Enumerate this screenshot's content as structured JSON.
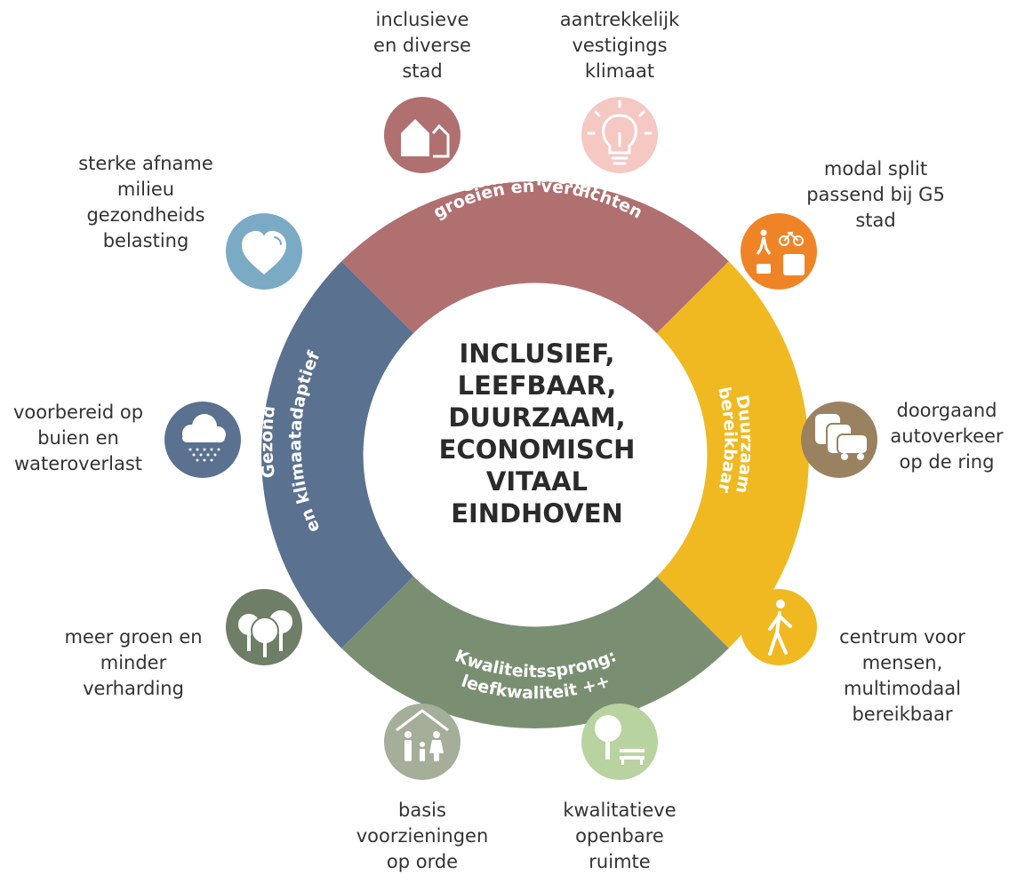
{
  "center": {
    "lines": [
      "INCLUSIEF,",
      "LEEFBAAR,",
      "DUURZAAM,",
      "ECONOMISCH",
      "VITAAL",
      "EINDHOVEN"
    ]
  },
  "ring": {
    "segments": [
      {
        "id": "schaalsprong",
        "color": "#b07070",
        "lines": [
          "Schaalsprong:",
          "groeien en verdichten"
        ]
      },
      {
        "id": "duurzaam",
        "color": "#f0b922",
        "lines": [
          "Duurzaam",
          "bereikbaar"
        ]
      },
      {
        "id": "kwaliteitssprong",
        "color": "#7a8f72",
        "lines": [
          "Kwaliteitssprong:",
          "leefkwaliteit ++"
        ]
      },
      {
        "id": "gezond",
        "color": "#5a7190",
        "lines": [
          "Gezond",
          "en klimaatadaptief"
        ]
      }
    ]
  },
  "goals": [
    {
      "id": "inclusieve-stad",
      "color": "#b07070",
      "icon": "houses-icon",
      "lines": [
        "inclusieve",
        "en diverse",
        "stad"
      ]
    },
    {
      "id": "vestigingsklimaat",
      "color": "#f5c8c3",
      "icon": "lightbulb-icon",
      "lines": [
        "aantrekkelijk",
        "vestigings",
        "klimaat"
      ]
    },
    {
      "id": "modal-split",
      "color": "#ef8427",
      "icon": "transport-modes-icon",
      "lines": [
        "modal split",
        "passend bij G5",
        "stad"
      ]
    },
    {
      "id": "autoverkeer-ring",
      "color": "#9a8261",
      "icon": "cars-icon",
      "lines": [
        "doorgaand",
        "autoverkeer",
        "op de ring"
      ]
    },
    {
      "id": "centrum-voor-mensen",
      "color": "#f0b922",
      "icon": "pedestrian-icon",
      "lines": [
        "centrum voor",
        "mensen,",
        "multimodaal",
        "bereikbaar"
      ]
    },
    {
      "id": "openbare-ruimte",
      "color": "#b9d3a0",
      "icon": "tree-bench-icon",
      "lines": [
        "kwalitatieve",
        "openbare",
        "ruimte"
      ]
    },
    {
      "id": "basisvoorzieningen",
      "color": "#a5ae98",
      "icon": "family-house-icon",
      "lines": [
        "basis",
        "voorzieningen",
        "op orde"
      ]
    },
    {
      "id": "meer-groen",
      "color": "#6f7e66",
      "icon": "trees-icon",
      "lines": [
        "meer groen en",
        "minder",
        "verharding"
      ]
    },
    {
      "id": "wateroverlast",
      "color": "#5a7190",
      "icon": "rain-cloud-icon",
      "lines": [
        "voorbereid op",
        "buien en",
        "wateroverlast"
      ]
    },
    {
      "id": "gezondheidsbelasting",
      "color": "#7baac5",
      "icon": "heart-icon",
      "lines": [
        "sterke afname",
        "milieu",
        "gezondheids",
        "belasting"
      ]
    }
  ]
}
